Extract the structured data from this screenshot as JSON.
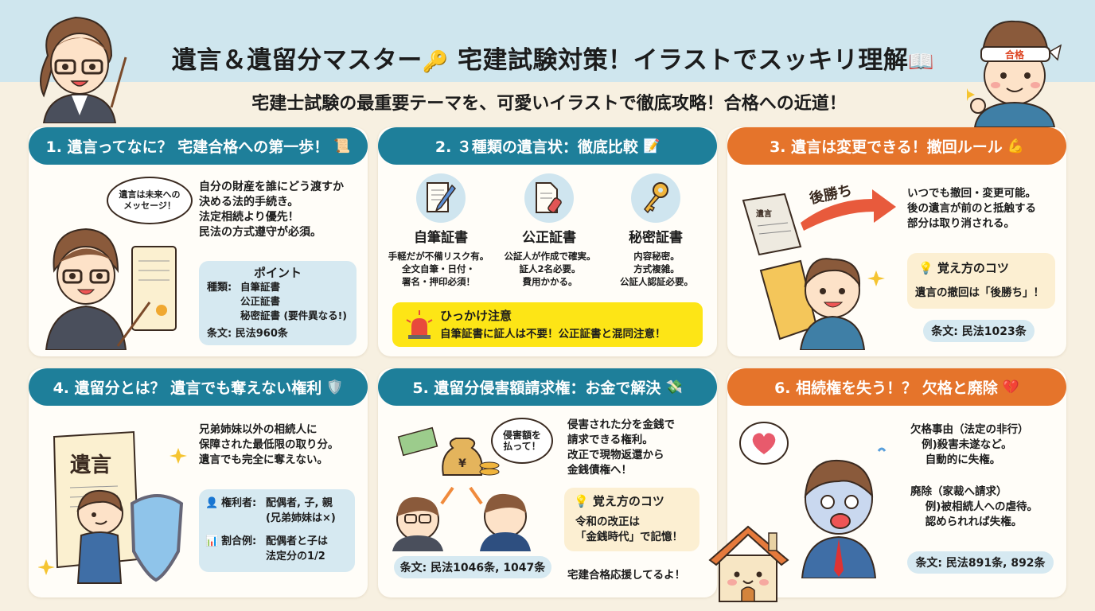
{
  "header": {
    "title": "遺言＆遺留分マスター",
    "title_emoji_1": "🔑",
    "title_rest": " 宅建試験対策！イラストでスッキリ理解",
    "title_emoji_2": "📖",
    "subtitle": "宅建士試験の最重要テーマを、可愛いイラストで徹底攻略！合格への近道！",
    "student_headband": "合格"
  },
  "colors": {
    "teal": "#1e7f9a",
    "orange": "#e5742b",
    "background": "#f7f0e1",
    "top_band": "#cfe6ee",
    "info_box": "#d6e9f1",
    "tip_box": "#fcefd2",
    "warning": "#fde516"
  },
  "cards": [
    {
      "title": "1. 遺言ってなに？ 宅建合格への第一歩！",
      "emoji": "📜",
      "bubble": "遺言は未来への\nメッセージ！",
      "body": "自分の財産を誰にどう渡すか\n決める法的手続き。\n法定相続より優先！\n民法の方式遵守が必須。",
      "point_title": "ポイント",
      "point_label": "種類:",
      "point_items": "自筆証書\n公正証書\n秘密証書 (要件異なる!)",
      "article": "条文: 民法960条"
    },
    {
      "title": "2. ３種類の遺言状：徹底比較",
      "emoji": "📝",
      "types": [
        {
          "name": "自筆証書",
          "desc": "手軽だが不備リスク有。\n全文自筆・日付・\n署名・押印必須！",
          "icon": "pen-paper-icon"
        },
        {
          "name": "公正証書",
          "desc": "公証人が作成で確実。\n証人2名必要。\n費用かかる。",
          "icon": "document-stamp-icon"
        },
        {
          "name": "秘密証書",
          "desc": "内容秘密。\n方式複雑。\n公証人認証必要。",
          "icon": "key-icon"
        }
      ],
      "warning_title": "ひっかけ注意",
      "warning_text": "自筆証書に証人は不要！公正証書と混同注意！"
    },
    {
      "title": "3. 遺言は変更できる！撤回ルール",
      "emoji": "💪",
      "arrow_label": "後勝ち",
      "scroll_label": "遺言",
      "body": "いつでも撤回・変更可能。\n後の遺言が前のと抵触する\n部分は取り消される。",
      "tip_title": "覚え方のコツ",
      "tip_text": "遺言の撤回は「後勝ち」！",
      "article": "条文: 民法1023条"
    },
    {
      "title": "4. 遺留分とは？ 遺言でも奪えない権利",
      "emoji": "🛡️",
      "scroll_label": "遺言",
      "body": "兄弟姉妹以外の相続人に\n保障された最低限の取り分。\n遺言でも完全に奪えない。",
      "holders_label": "権利者:",
      "holders": "配偶者, 子, 親\n(兄弟姉妹は×)",
      "ratio_label": "割合例:",
      "ratio": "配偶者と子は\n法定分の1/2"
    },
    {
      "title": "5. 遺留分侵害額請求権：お金で解決",
      "emoji": "💸",
      "bubble": "侵害額を\n払って！",
      "body": "侵害された分を金銭で\n請求できる権利。\n改正で現物返還から\n金銭債権へ！",
      "tip_title": "覚え方のコツ",
      "tip_text": "令和の改正は\n「金銭時代」で記憶！",
      "article": "条文: 民法1046条, 1047条",
      "cheer": "宅建合格応援してるよ！"
    },
    {
      "title": "6. 相続権を失う！？ 欠格と廃除",
      "emoji": "💔",
      "body1": "欠格事由（法定の非行）\n   例)殺害未遂など。\n    自動的に失権。",
      "body2": "廃除（家裁へ請求）\n    例)被相続人への虐待。\n    認められれば失権。",
      "article": "条文: 民法891条, 892条"
    }
  ]
}
